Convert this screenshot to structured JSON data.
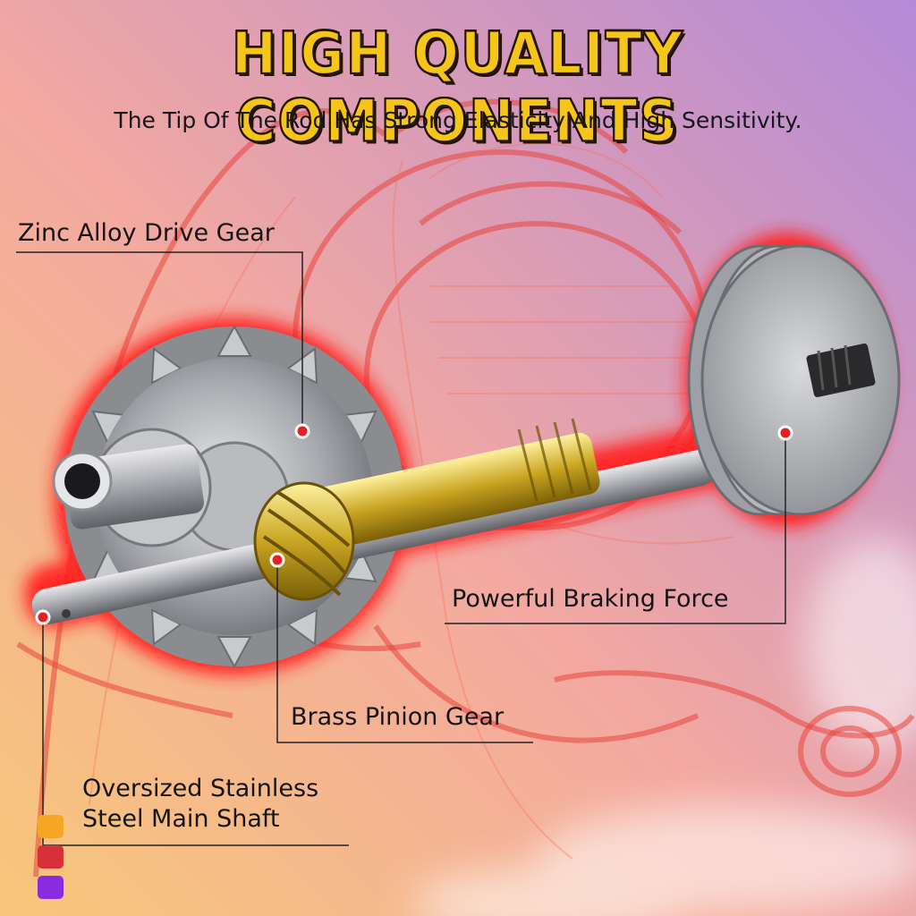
{
  "header": {
    "title": "HIGH QUALITY COMPONENTS",
    "subtitle": "The Tip Of The Rod Has Strong Elasticity And High Sensitivity."
  },
  "callouts": {
    "drive_gear": "Zinc Alloy Drive Gear",
    "braking": "Powerful Braking Force",
    "pinion": "Brass Pinion Gear",
    "shaft_line1": "Oversized Stainless",
    "shaft_line2": "Steel Main Shaft"
  },
  "colors": {
    "title_yellow": "#f5c51a",
    "glow_red": "#ff2a2a",
    "swatch_orange": "#f5a623",
    "swatch_red": "#d6313a",
    "swatch_purple": "#8a2be2"
  },
  "swatches": [
    "orange",
    "red",
    "purple"
  ]
}
